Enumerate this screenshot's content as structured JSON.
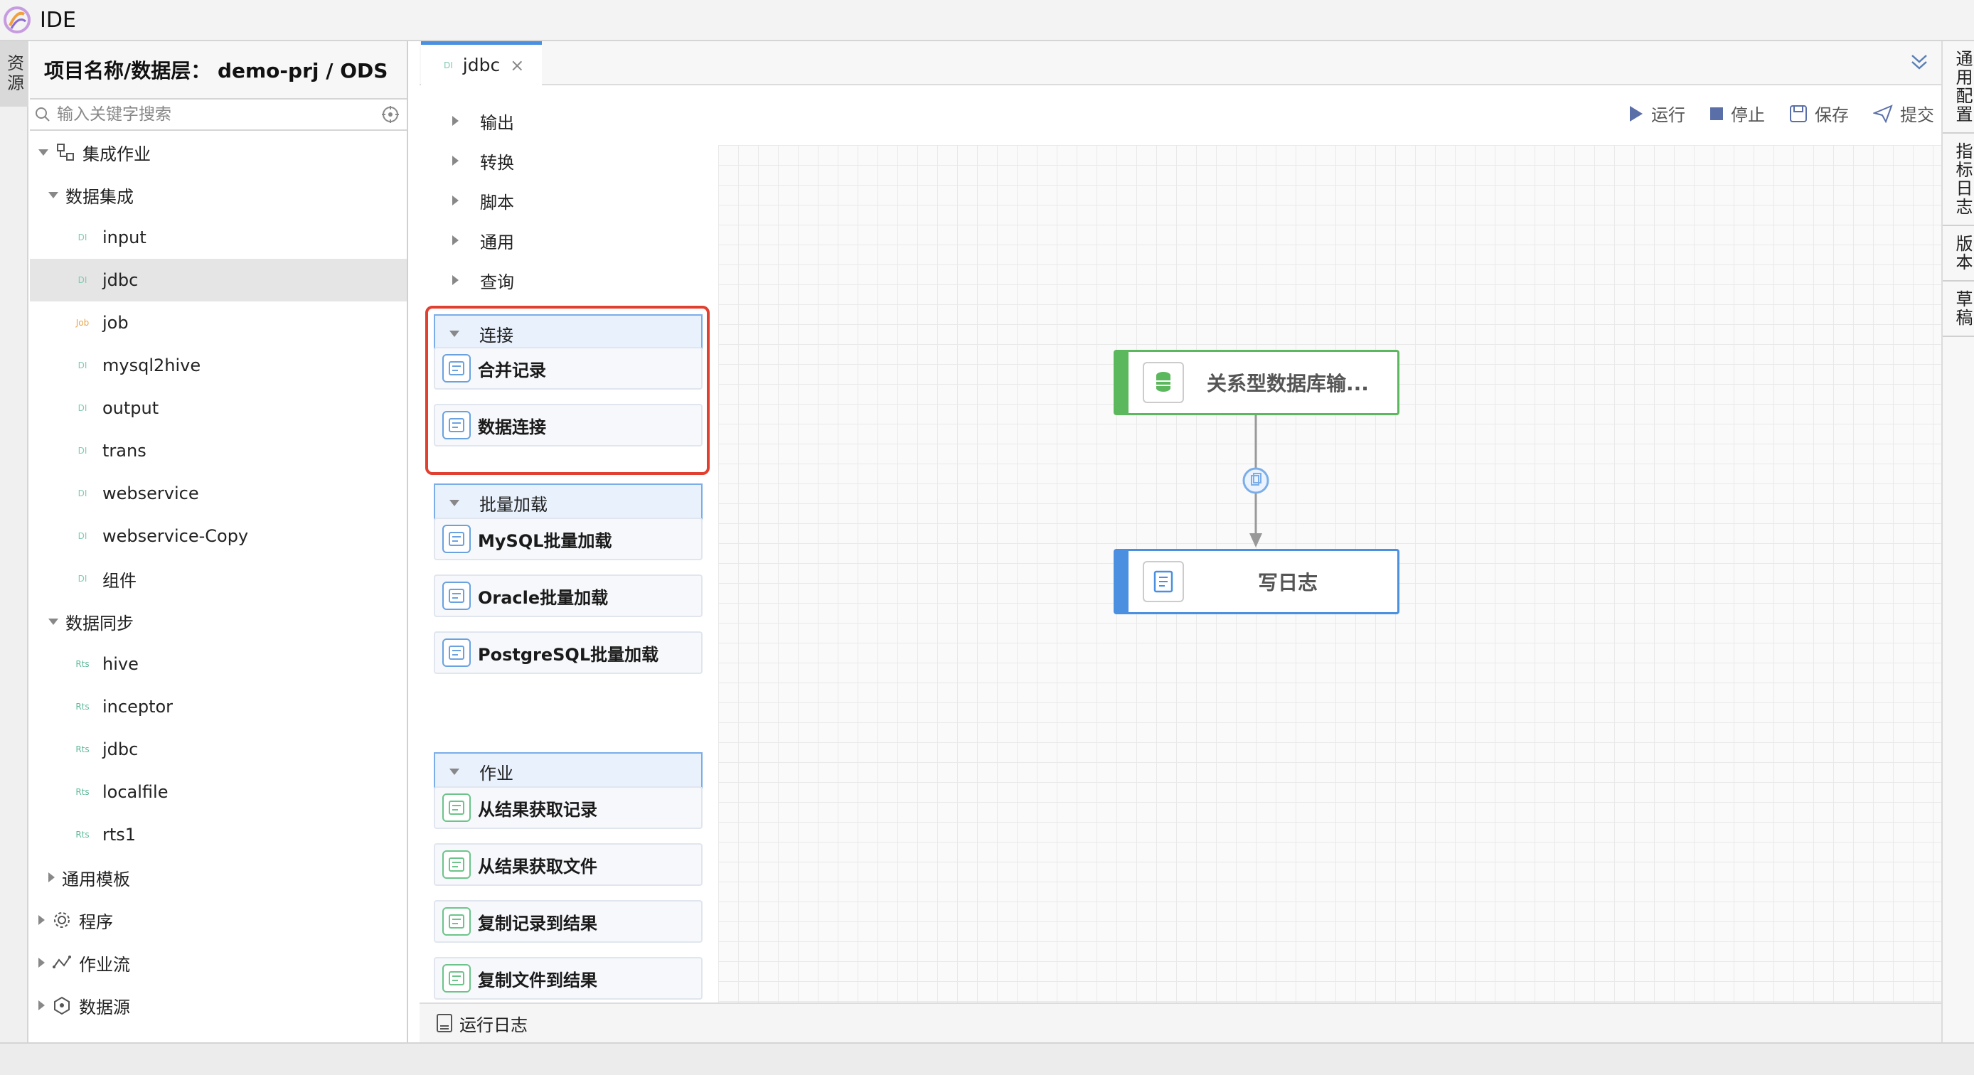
{
  "window": {
    "title": "IDE"
  },
  "left_strip": {
    "resource_tab": "资源"
  },
  "resource_panel": {
    "header": "项目名称/数据层： demo-prj / ODS",
    "search_placeholder": "输入关键字搜索",
    "tree": [
      {
        "label": "集成作业",
        "depth": 0,
        "expanded": true,
        "icon": "integration-job-icon"
      },
      {
        "label": "数据集成",
        "depth": 1,
        "expanded": true
      },
      {
        "label": "input",
        "depth": 2,
        "badge": "DI"
      },
      {
        "label": "jdbc",
        "depth": 2,
        "badge": "DI",
        "selected": true
      },
      {
        "label": "job",
        "depth": 2,
        "badge": "Job"
      },
      {
        "label": "mysql2hive",
        "depth": 2,
        "badge": "DI"
      },
      {
        "label": "output",
        "depth": 2,
        "badge": "DI"
      },
      {
        "label": "trans",
        "depth": 2,
        "badge": "DI"
      },
      {
        "label": "webservice",
        "depth": 2,
        "badge": "DI"
      },
      {
        "label": "webservice-Copy",
        "depth": 2,
        "badge": "DI"
      },
      {
        "label": "组件",
        "depth": 2,
        "badge": "DI"
      },
      {
        "label": "数据同步",
        "depth": 1,
        "expanded": true
      },
      {
        "label": "hive",
        "depth": 2,
        "badge": "Rts"
      },
      {
        "label": "inceptor",
        "depth": 2,
        "badge": "Rts"
      },
      {
        "label": "jdbc",
        "depth": 2,
        "badge": "Rts"
      },
      {
        "label": "localfile",
        "depth": 2,
        "badge": "Rts"
      },
      {
        "label": "rts1",
        "depth": 2,
        "badge": "Rts"
      },
      {
        "label": "通用模板",
        "depth": 1,
        "expanded": false
      },
      {
        "label": "程序",
        "depth": 0,
        "expanded": false,
        "icon": "gear-icon"
      },
      {
        "label": "作业流",
        "depth": 0,
        "expanded": false,
        "icon": "workflow-icon"
      },
      {
        "label": "数据源",
        "depth": 0,
        "expanded": false,
        "icon": "datasource-icon"
      }
    ]
  },
  "editor": {
    "tab": {
      "badge": "DI",
      "label": "jdbc"
    },
    "toolbar": {
      "run": "运行",
      "stop": "停止",
      "save": "保存",
      "submit": "提交"
    }
  },
  "palette": {
    "categories": [
      "输出",
      "转换",
      "脚本",
      "通用",
      "查询"
    ],
    "sections": [
      {
        "title": "连接",
        "items": [
          "合并记录",
          "数据连接"
        ]
      },
      {
        "title": "批量加载",
        "items": [
          "MySQL批量加载",
          "Oracle批量加载",
          "PostgreSQL批量加载"
        ]
      },
      {
        "title": "作业",
        "items": [
          "从结果获取记录",
          "从结果获取文件",
          "复制记录到结果",
          "复制文件到结果"
        ]
      }
    ]
  },
  "canvas": {
    "nodes": [
      {
        "label": "关系型数据库输...",
        "color": "#5cb85c"
      },
      {
        "label": "写日志",
        "color": "#4a8fe0"
      }
    ]
  },
  "bottom_bar": {
    "log_label": "运行日志"
  },
  "right_strip": {
    "tabs": [
      "通用配置",
      "指标日志",
      "版本",
      "草稿"
    ]
  }
}
